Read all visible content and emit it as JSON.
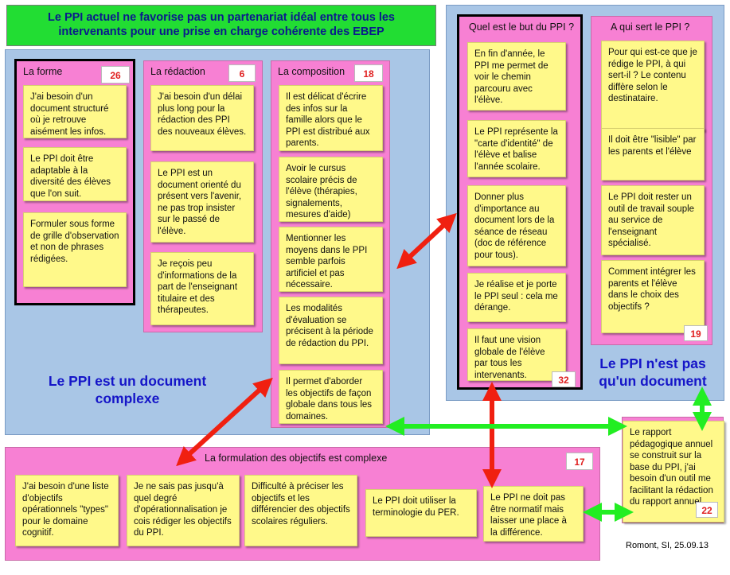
{
  "title": "Le PPI actuel ne favorise pas un partenariat idéal entre tous les intervenants pour une prise en charge cohérente des EBEP",
  "left_panel": {
    "label": "Le PPI est un document complexe",
    "columns": [
      {
        "title": "La forme",
        "count": "26",
        "notes": [
          "J'ai besoin d'un document structuré où je retrouve aisément les infos.",
          "Le PPI doit être adaptable à la diversité des élèves que l'on suit.",
          "Formuler sous forme de grille d'observation et non de phrases rédigées."
        ]
      },
      {
        "title": "La rédaction",
        "count": "6",
        "notes": [
          "J'ai besoin d'un délai plus long pour la rédaction des PPI des nouveaux élèves.",
          "Le PPI est un document orienté du présent vers l'avenir, ne pas trop insister sur le passé de l'élève.",
          "Je reçois peu d'informations de la part de l'enseignant titulaire et des thérapeutes."
        ]
      },
      {
        "title": "La composition",
        "count": "18",
        "notes": [
          "Il est délicat d'écrire des infos sur la famille alors que le PPI est distribué aux parents.",
          "Avoir le cursus scolaire précis de l'élève (thérapies, signalements, mesures d'aide)",
          "Mentionner les moyens dans le PPI semble parfois artificiel et pas nécessaire.",
          "Les modalités d'évaluation se précisent à la période de rédaction du PPI.",
          "Il permet d'aborder les objectifs de façon globale dans tous les domaines."
        ]
      }
    ]
  },
  "right_panel": {
    "label": "Le PPI n'est pas qu'un document",
    "columns": [
      {
        "title": "Quel est le but du PPI ?",
        "count": "32",
        "notes": [
          "En fin d'année, le PPI me permet de voir le chemin parcouru avec l'élève.",
          "Le PPI représente la \"carte d'identité\" de l'élève et balise l'année scolaire.",
          "Donner plus d'importance au document lors de la séance de réseau (doc de référence pour tous).",
          "Je réalise et je porte le PPI seul : cela me dérange.",
          "Il faut une vision globale de l'élève par tous les intervenants."
        ]
      },
      {
        "title": "A qui sert le PPI ?",
        "count": "19",
        "notes": [
          "Pour qui est-ce que je rédige le PPI, à qui sert-il ? Le contenu diffère selon le destinataire.",
          "Il doit être \"lisible\" par les parents et l'élève",
          "Le PPI doit rester un outil de travail souple au service de l'enseignant spécialisé.",
          "Comment intégrer les parents et l'élève dans le choix des objectifs ?"
        ]
      }
    ]
  },
  "bottom_panel": {
    "title": "La formulation des objectifs est complexe",
    "count": "17",
    "notes": [
      "J'ai besoin d'une liste d'objectifs opérationnels \"types\" pour le domaine cognitif.",
      "Je ne sais pas jusqu'à quel degré d'opérationnalisation je cois rédiger les objectifs du PPI.",
      "Difficulté à préciser les objectifs et les différencier des objectifs scolaires réguliers.",
      "Le PPI doit utiliser la terminologie du PER.",
      "Le PPI ne doit pas être normatif mais laisser une place à la différence."
    ]
  },
  "side_panel": {
    "count": "22",
    "note": "Le rapport pédagogique annuel se construit sur la base du PPI, j'ai besoin d'un outil me facilitant la rédaction du rapport annuel."
  },
  "credit": "Romont, SI, 25.09.13",
  "colors": {
    "title_bg": "#22dd33",
    "panel_blue": "#a9c6e6",
    "pink": "#f780d3",
    "note": "#fff98a",
    "arrow_red": "#f02010",
    "arrow_green": "#22ee22",
    "label_blue": "#1515c8"
  }
}
